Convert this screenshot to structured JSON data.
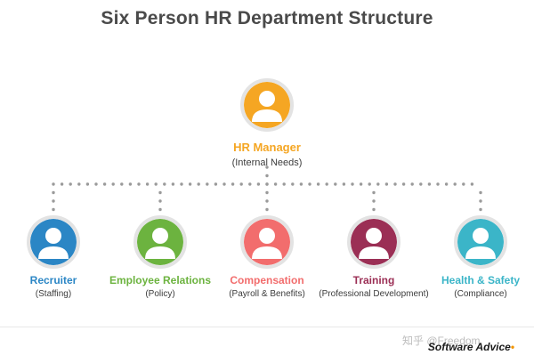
{
  "title": "Six Person HR Department Structure",
  "manager": {
    "role": "HR Manager",
    "desc": "(Internal Needs)",
    "color": "#f5a623"
  },
  "staff": [
    {
      "role": "Recruiter",
      "desc": "(Staffing)",
      "color": "#2b86c5"
    },
    {
      "role": "Employee Relations",
      "desc": "(Policy)",
      "color": "#6cb33f"
    },
    {
      "role": "Compensation",
      "desc": "(Payroll & Benefits)",
      "color": "#f26d6d"
    },
    {
      "role": "Training",
      "desc": "(Professional Development)",
      "color": "#9b2f55"
    },
    {
      "role": "Health & Safety",
      "desc": "(Compliance)",
      "color": "#3bb5c8"
    }
  ],
  "watermark": "知乎 @Freedom",
  "brand": {
    "name": "Software Advice",
    "mark": "•"
  }
}
